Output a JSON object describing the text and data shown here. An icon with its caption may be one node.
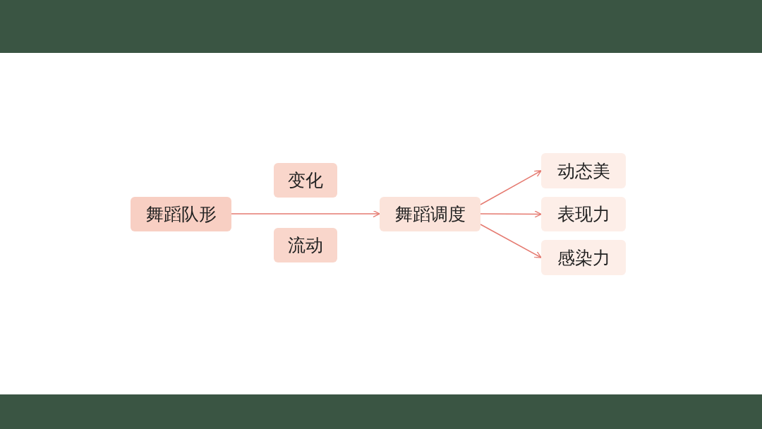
{
  "diagram": {
    "nodes": [
      {
        "text": [
          "舞蹈队形"
        ]
      },
      {
        "text": [
          "变化"
        ]
      },
      {
        "text": [
          "流动"
        ]
      },
      {
        "text": [
          "舞蹈调度"
        ]
      },
      {
        "text": [
          "动态美"
        ]
      },
      {
        "text": [
          "表现力"
        ]
      },
      {
        "text": [
          "感染力"
        ]
      }
    ],
    "edges": [
      {
        "from": 0,
        "to": 3,
        "arrow": "to"
      },
      {
        "from": 3,
        "to": 4,
        "arrow": "to"
      },
      {
        "from": 3,
        "to": 5,
        "arrow": "to"
      },
      {
        "from": 3,
        "to": 6,
        "arrow": "to"
      }
    ]
  }
}
